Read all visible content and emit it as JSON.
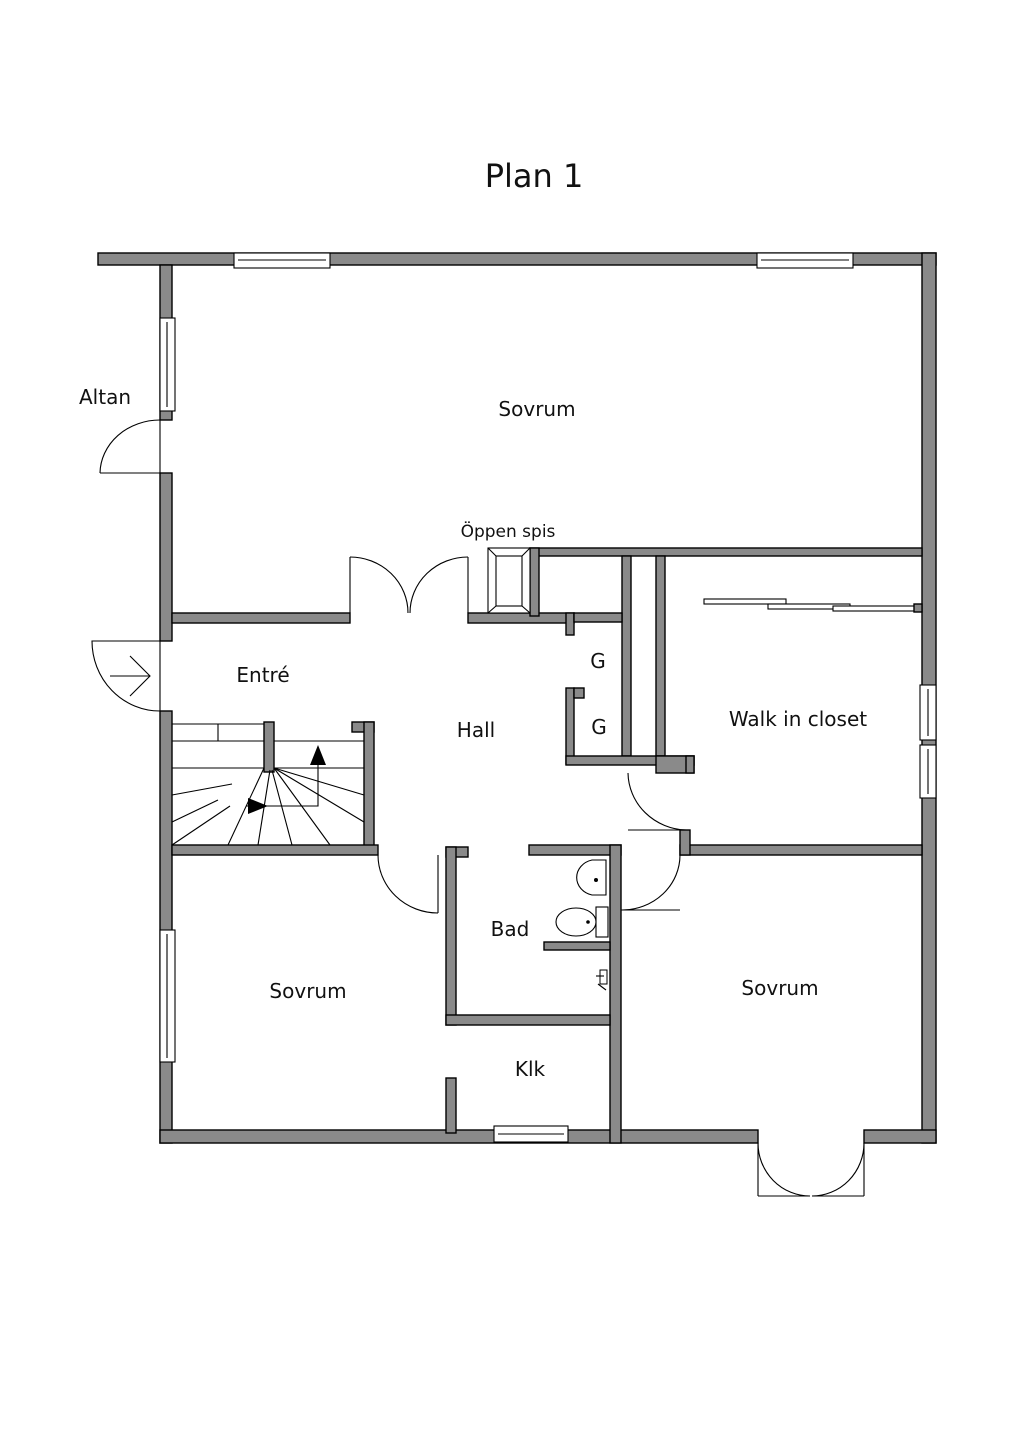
{
  "plan": {
    "title": "Plan 1",
    "rooms": {
      "sovrum_top": "Sovrum",
      "altan": "Altan",
      "oppen_spis": "Öppen spis",
      "entre": "Entré",
      "hall": "Hall",
      "g1": "G",
      "g2": "G",
      "walk_in_closet": "Walk in closet",
      "bad": "Bad",
      "sovrum_left": "Sovrum",
      "sovrum_right": "Sovrum",
      "klk": "Klk"
    },
    "colors": {
      "wall": "#8a8a8a",
      "line": "#000000",
      "background": "#ffffff"
    }
  }
}
